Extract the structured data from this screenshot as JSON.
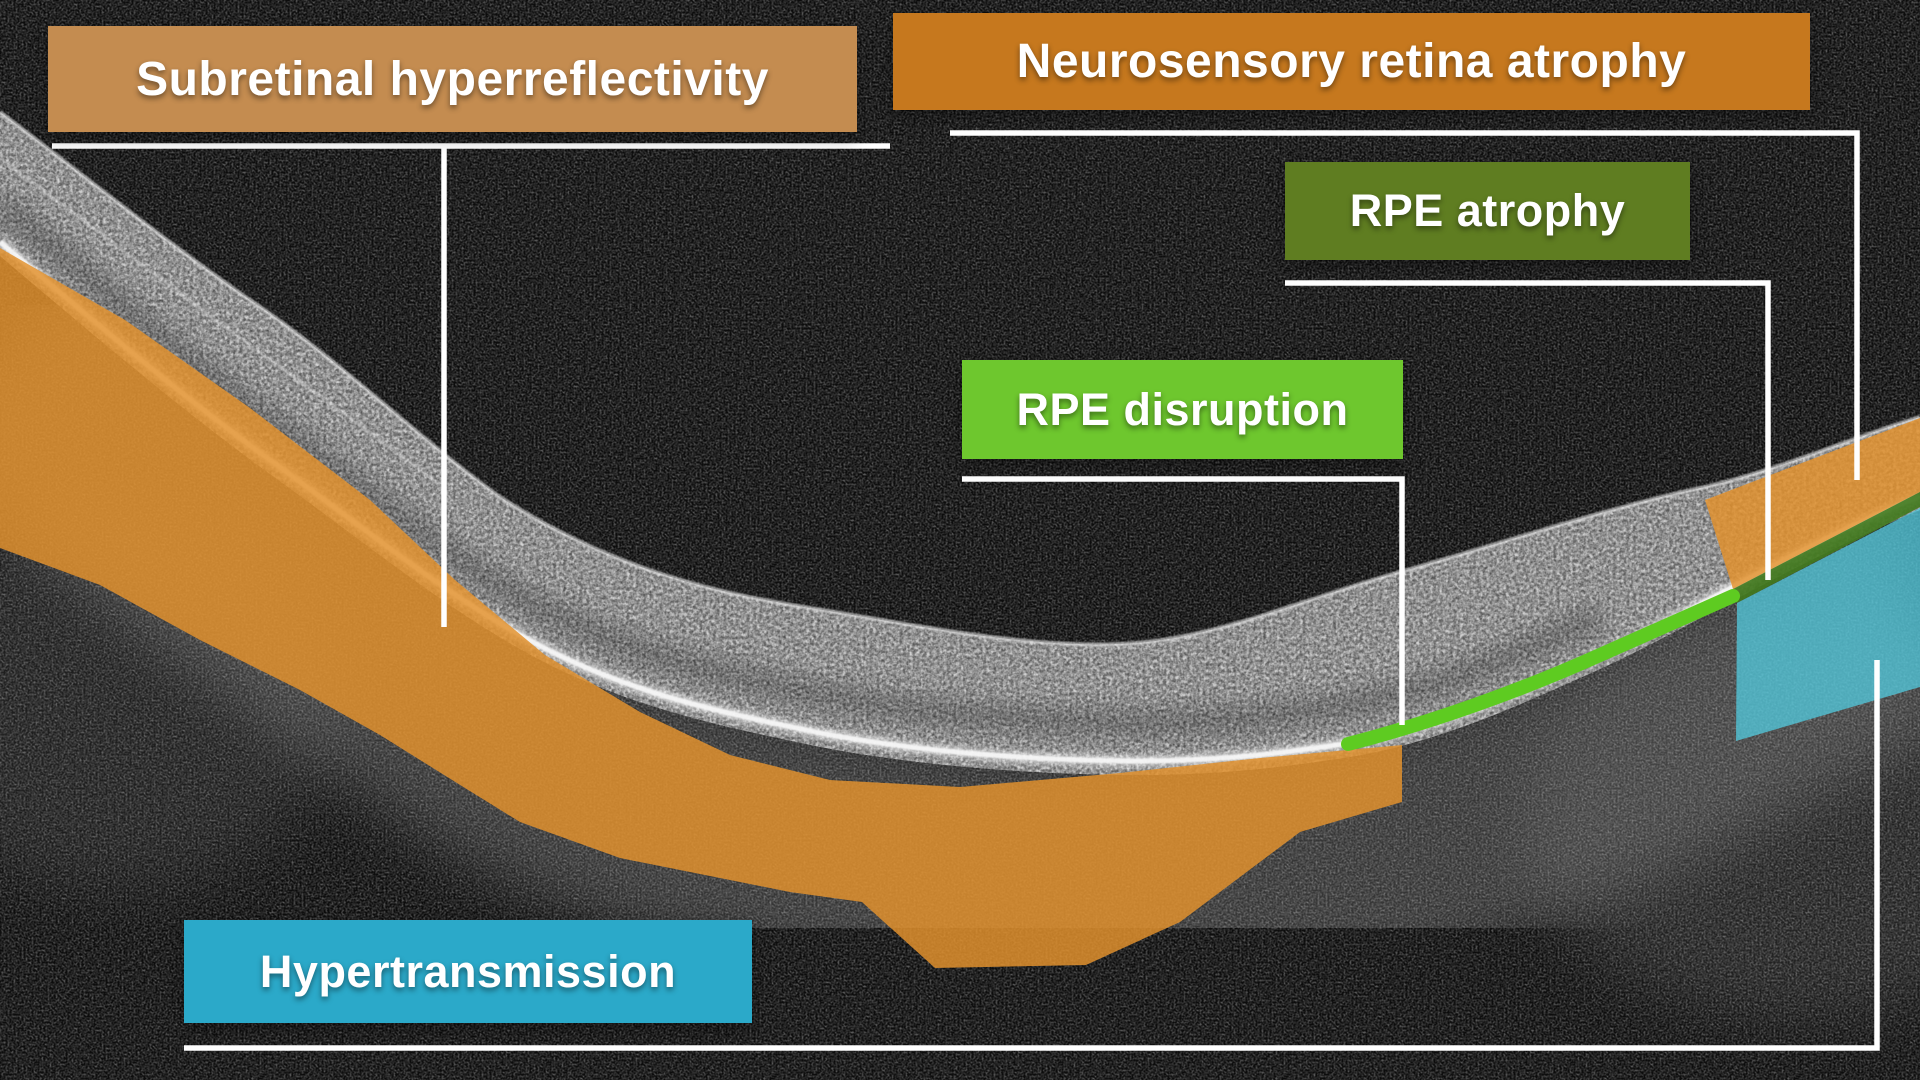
{
  "labels": {
    "subretinal_hyperreflectivity": {
      "text": "Subretinal hyperreflectivity",
      "bg": "#c48c50"
    },
    "neurosensory_retina_atrophy": {
      "text": "Neurosensory retina atrophy",
      "bg": "#c6781e"
    },
    "rpe_atrophy": {
      "text": "RPE atrophy",
      "bg": "#5f7d21"
    },
    "rpe_disruption": {
      "text": "RPE disruption",
      "bg": "#6ec72e"
    },
    "hypertransmission": {
      "text": "Hypertransmission",
      "bg": "#2ba9c9"
    }
  },
  "overlays": {
    "subretinal_orange_fill": "#e2912d",
    "neurosensory_orange_fill": "#e2912d",
    "rpe_disruption_line": "#5ecb21",
    "rpe_atrophy_strip": "#427a1e",
    "hypertransmission_fill": "#52c6da",
    "annotation_line": "#ffffff"
  }
}
